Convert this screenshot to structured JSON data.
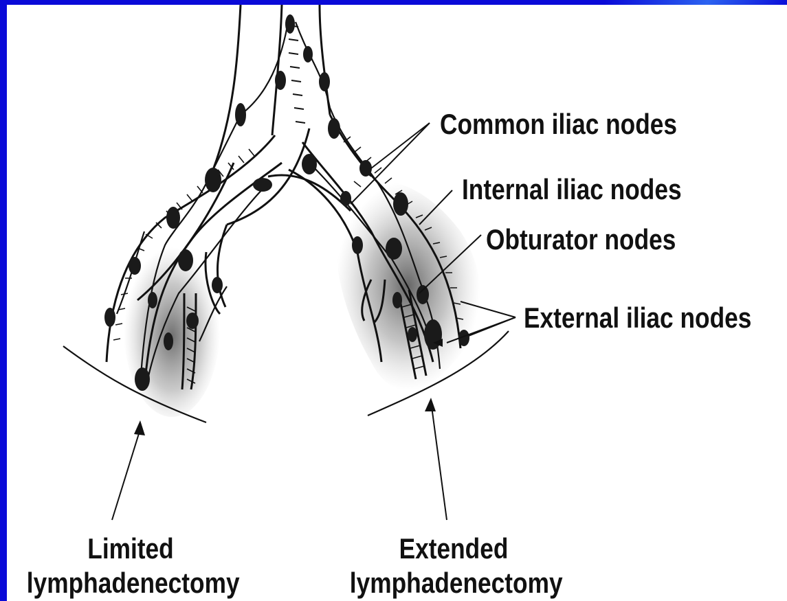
{
  "labels": {
    "common_iliac": "Common iliac nodes",
    "internal_iliac": "Internal iliac nodes",
    "obturator": "Obturator nodes",
    "external_iliac": "External iliac nodes",
    "limited_line1": "Limited",
    "limited_line2": "lymphadenectomy",
    "extended_line1": "Extended",
    "extended_line2": "lymphadenectomy"
  },
  "colors": {
    "background": "#0a0ad8",
    "canvas": "#ffffff",
    "ink": "#111111",
    "node": "#1a1a1a"
  }
}
